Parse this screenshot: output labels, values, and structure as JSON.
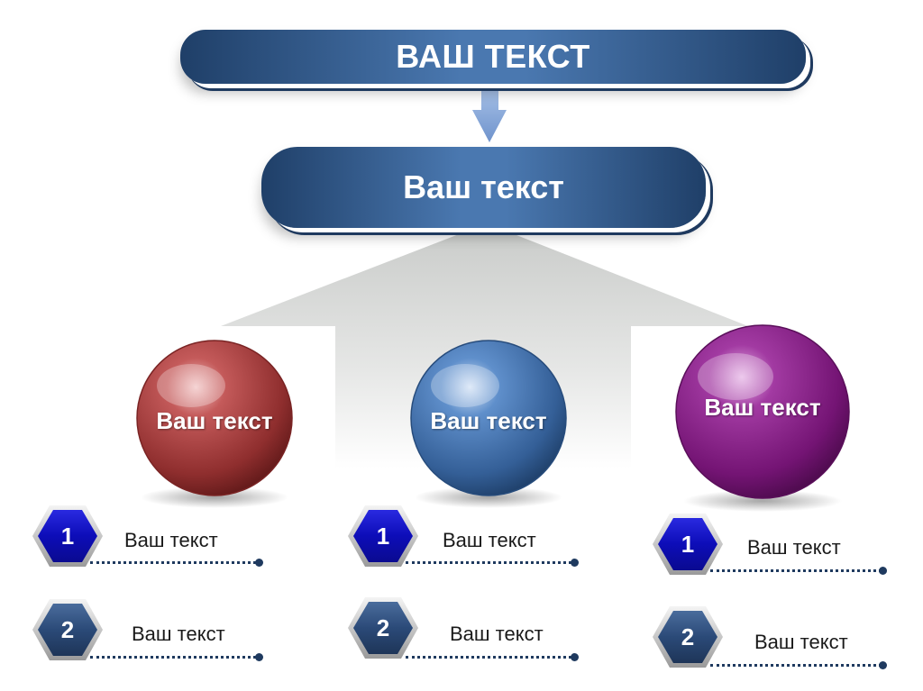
{
  "header": {
    "title": "ВАШ ТЕКСТ"
  },
  "subheader": {
    "title": "Ваш текст"
  },
  "columns": [
    {
      "color": "#9e3a3a",
      "label": "Ваш текст",
      "items": [
        {
          "number": "1",
          "label": "Ваш текст"
        },
        {
          "number": "2",
          "label": "Ваш текст"
        }
      ]
    },
    {
      "color": "#3f6ea8",
      "label": "Ваш текст",
      "items": [
        {
          "number": "1",
          "label": "Ваш текст"
        },
        {
          "number": "2",
          "label": "Ваш текст"
        }
      ]
    },
    {
      "color": "#7a1b7a",
      "label": "Ваш текст",
      "items": [
        {
          "number": "1",
          "label": "Ваш текст"
        },
        {
          "number": "2",
          "label": "Ваш текст"
        }
      ]
    }
  ],
  "colors": {
    "banner_dark": "#1f3f68",
    "banner_light": "#4a78b0",
    "hex_1": "#1010c0",
    "hex_2": "#2b4a78",
    "arrow": "#7ea2d6"
  }
}
